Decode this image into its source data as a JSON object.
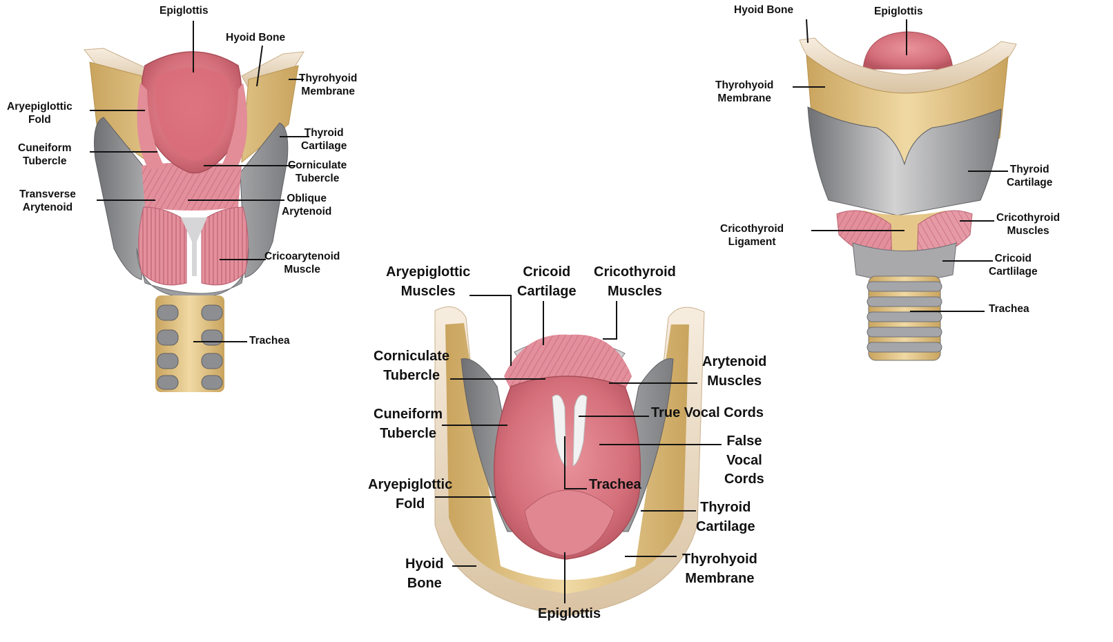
{
  "colors": {
    "cartilage_yellow": "#e7c98c",
    "cartilage_dark": "#c9a45e",
    "thyroid_gray": "#a9a9aa",
    "thyroid_dark": "#7c7d80",
    "mucosa_pink": "#d9737d",
    "mucosa_light": "#eba3a8",
    "muscle_pink": "#e593a0",
    "bone_cream": "#f2e4cf",
    "trachea_gray": "#8d8e91",
    "trachea_yellow": "#e9cf93",
    "leader_line": "#111111"
  },
  "views": {
    "posterior": {
      "labels": {
        "epiglottis": "Epiglottis",
        "hyoid_bone": "Hyoid Bone",
        "thyrohyoid_membrane": "Thyrohyoid\nMembrane",
        "aryepiglottic_fold": "Aryepiglottic\nFold",
        "thyroid_cartilage": "Thyroid\nCartilage",
        "cuneiform_tubercle": "Cuneiform\nTubercle",
        "corniculate_tubercle": "Corniculate\nTubercle",
        "transverse_arytenoid": "Transverse\nArytenoid",
        "oblique_arytenoid": "Oblique\nArytenoid",
        "cricoarytenoid_muscle": "Cricoarytenoid\nMuscle",
        "trachea": "Trachea"
      }
    },
    "superior": {
      "labels": {
        "aryepiglottic_muscles": "Aryepiglottic\nMuscles",
        "cricoid_cartilage": "Cricoid\nCartilage",
        "cricothyroid_muscles": "Cricothyroid\nMuscles",
        "corniculate_tubercle": "Corniculate\nTubercle",
        "arytenoid_muscles": "Arytenoid\nMuscles",
        "true_vocal_cords": "True Vocal Cords",
        "cuneiform_tubercle": "Cuneiform\nTubercle",
        "false_vocal_cords": "False\nVocal\nCords",
        "trachea": "Trachea",
        "aryepiglottic_fold": "Aryepiglottic\nFold",
        "thyroid_cartilage": "Thyroid\nCartilage",
        "hyoid_bone": "Hyoid\nBone",
        "thyrohyoid_membrane": "Thyrohyoid\nMembrane",
        "epiglottis": "Epiglottis"
      }
    },
    "anterior": {
      "labels": {
        "hyoid_bone": "Hyoid Bone",
        "epiglottis": "Epiglottis",
        "thyrohyoid_membrane": "Thyrohyoid\nMembrane",
        "thyroid_cartilage": "Thyroid\nCartilage",
        "cricothyroid_ligament": "Cricothyroid\nLigament",
        "cricothyroid_muscles": "Cricothyroid\nMuscles",
        "cricoid_cartilage": "Cricoid\nCartlilage",
        "trachea": "Trachea"
      }
    }
  }
}
